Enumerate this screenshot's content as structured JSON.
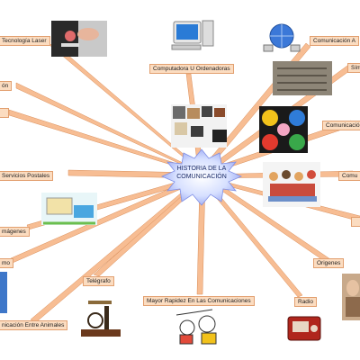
{
  "center": {
    "line1": "HISTORIA DE LA",
    "line2": "COMUNICACIÓN"
  },
  "labels": {
    "tecnologia_laser": "Tecnología Laser",
    "computadora": "Computadora U Ordenadoras",
    "comunicacion_a": "Comunicación A",
    "left_cut_1": "ón",
    "left_cut_2": "",
    "servicios_postales": "Servicios Postales",
    "imagenes": "mágenes",
    "left_cut_3": "mo",
    "comunicacion_animales": "nicación Entre Animales",
    "telegrafo": "Telégrafo",
    "mayor_rapidez": "Mayor Rapidez En Las Comunicaciones",
    "radio": "Radio",
    "origenes": "Origenes",
    "right_cut_1": "Sím",
    "right_cut_2": "Comunicación",
    "right_cut_3": "Comu"
  },
  "colors": {
    "connector": "#f7bd93",
    "connector_edge": "#d98e5a",
    "label_fill": "#fbdcc0",
    "label_border": "#e2a070",
    "star_fill": "#cfd9ff",
    "star_edge": "#8a9ae8"
  }
}
